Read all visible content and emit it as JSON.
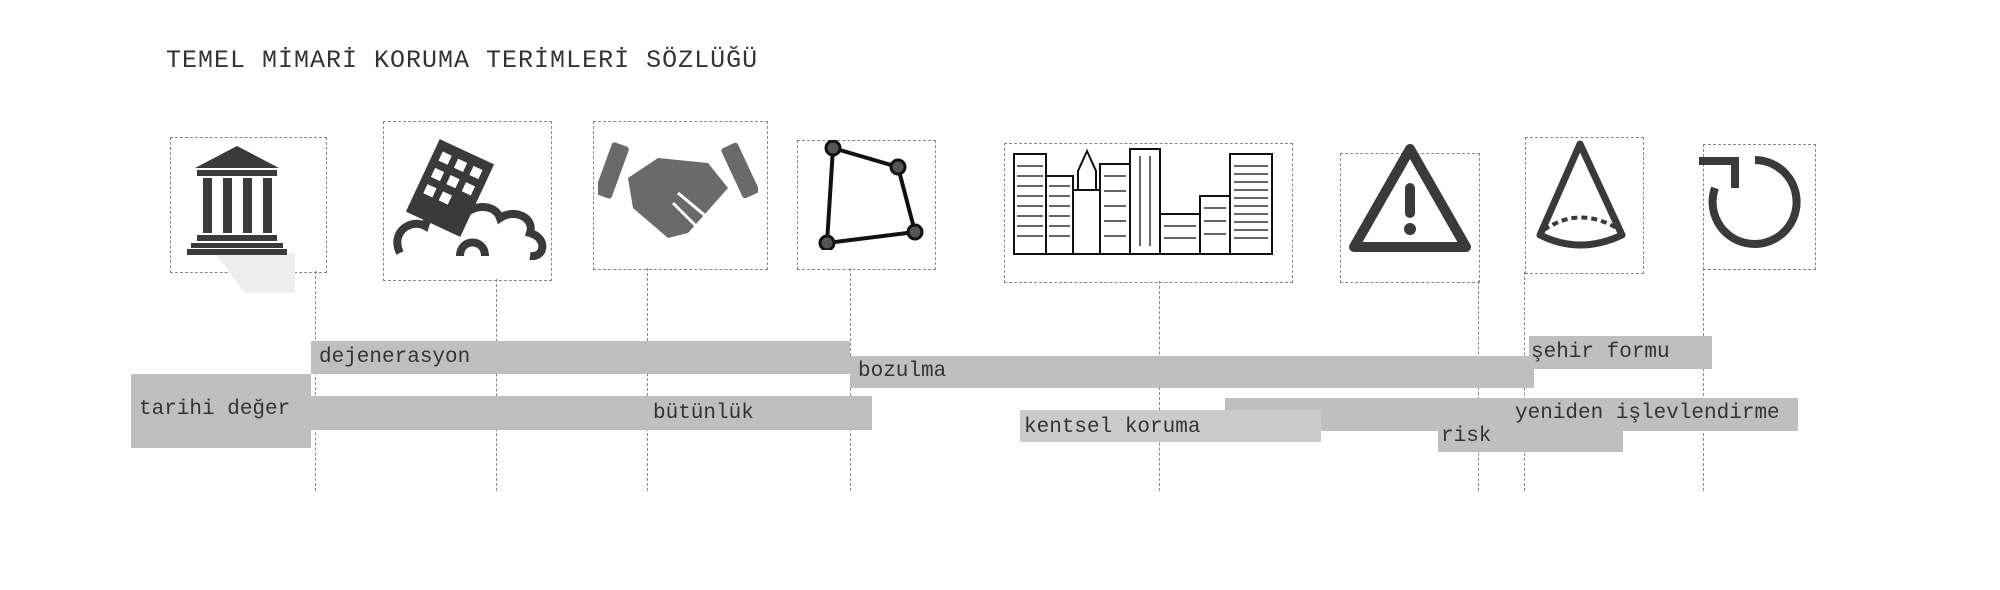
{
  "title": "TEMEL MİMARİ KORUMA TERİMLERİ SÖZLÜĞÜ",
  "icons": [
    "columns-icon",
    "collapsing-building-icon",
    "handshake-icon",
    "polygon-icon",
    "city-skyline-icon",
    "warning-icon",
    "cone-icon",
    "reload-icon"
  ],
  "terms": {
    "dejenerasyon": "dejenerasyon",
    "tarihi_deger": "tarihi değer",
    "butunluk": "bütünlük",
    "bozulma": "bozulma",
    "sehir_formu": "şehir formu",
    "kentsel_koruma": "kentsel koruma",
    "yeniden": "yeniden işlevlendirme",
    "risk": "risk"
  },
  "colors": {
    "bar": "#bfbfbf",
    "bar_light": "#cbcbcb",
    "icon": "#3a3a3a"
  }
}
